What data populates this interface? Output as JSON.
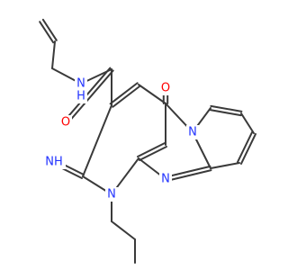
{
  "colors": {
    "bond": "#3a3a3a",
    "nitrogen": "#2233ff",
    "oxygen": "#ff0000",
    "background": "#ffffff"
  },
  "atoms": {
    "amide_n": {
      "element": "N",
      "text": "N"
    },
    "amide_h": {
      "element": "H",
      "text": "H"
    },
    "carbonyl_o_amide": {
      "element": "O",
      "text": "O"
    },
    "carbonyl_o_ring": {
      "element": "O",
      "text": "O"
    },
    "bridge_n_top": {
      "element": "N",
      "text": "N"
    },
    "bridge_n_bottom": {
      "element": "N",
      "text": "N"
    },
    "ring_n_propyl": {
      "element": "N",
      "text": "N"
    },
    "imine_n": {
      "element": "N",
      "text": "NH"
    }
  }
}
